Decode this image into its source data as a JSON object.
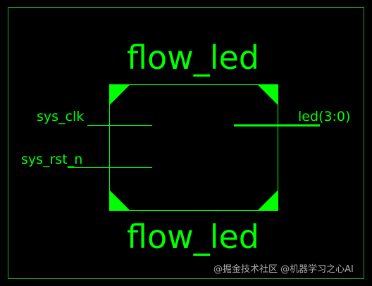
{
  "diagram": {
    "module_name_top": "flow_led",
    "module_name_bottom": "flow_led",
    "inputs": [
      {
        "name": "sys_clk"
      },
      {
        "name": "sys_rst_n"
      }
    ],
    "outputs": [
      {
        "name": "led(3:0)",
        "bus": true
      }
    ]
  },
  "watermark": "@掘金技术社区 @机器学习之心AI",
  "colors": {
    "background": "#000000",
    "schematic": "#00ff00",
    "frame": "#1fa51f"
  }
}
